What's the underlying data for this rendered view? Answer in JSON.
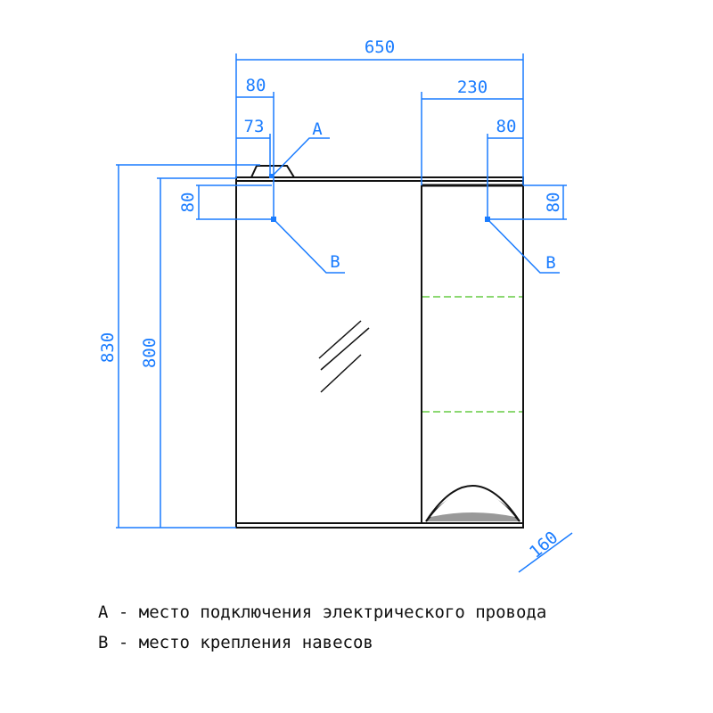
{
  "dimensions": {
    "total_width": "650",
    "left_hook_offset": "80",
    "wire_offset": "73",
    "right_section_width": "230",
    "right_hook_offset": "80",
    "total_height": "830",
    "body_height": "800",
    "left_hook_drop": "80",
    "right_hook_drop": "80",
    "depth": "160"
  },
  "labels": {
    "a": "A",
    "b_left": "B",
    "b_right": "B"
  },
  "legend": [
    "A - место подключения электрического провода",
    "B - место крепления навесов"
  ],
  "colors": {
    "dimension": "#1a7cff",
    "shelf": "#66cc44",
    "outline": "#111111"
  }
}
